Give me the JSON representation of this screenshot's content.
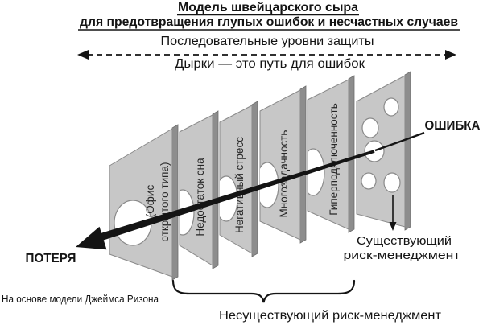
{
  "title": {
    "line1": "Модель швейцарского сыра",
    "line2": "для предотвращения глупых ошибок и несчастных случаев"
  },
  "annotations": {
    "levels_label": "Последовательные уровни защиты",
    "holes_label": "Дырки — это путь для ошибок",
    "error_label": "ОШИБКА",
    "loss_label": "ПОТЕРЯ",
    "existing_rm_line1": "Существующий",
    "existing_rm_line2": "риск-менеджмент",
    "missing_rm_label": "Несуществующий риск-менеджмент",
    "credit": "На основе модели Джеймса Ризона"
  },
  "slices": [
    {
      "label_lines": [
        "(Офис",
        "открытого типа)"
      ]
    },
    {
      "label_lines": [
        "Недостаток сна"
      ]
    },
    {
      "label_lines": [
        "Негативный стресс"
      ]
    },
    {
      "label_lines": [
        "Многозадачность"
      ]
    },
    {
      "label_lines": [
        "Гиперподключенность"
      ]
    },
    {
      "label_lines": []
    }
  ],
  "colors": {
    "slice_fill": "#c7c7c7",
    "slice_edge": "#8d8d8d",
    "hole_fill": "#ffffff",
    "ink": "#141414"
  }
}
